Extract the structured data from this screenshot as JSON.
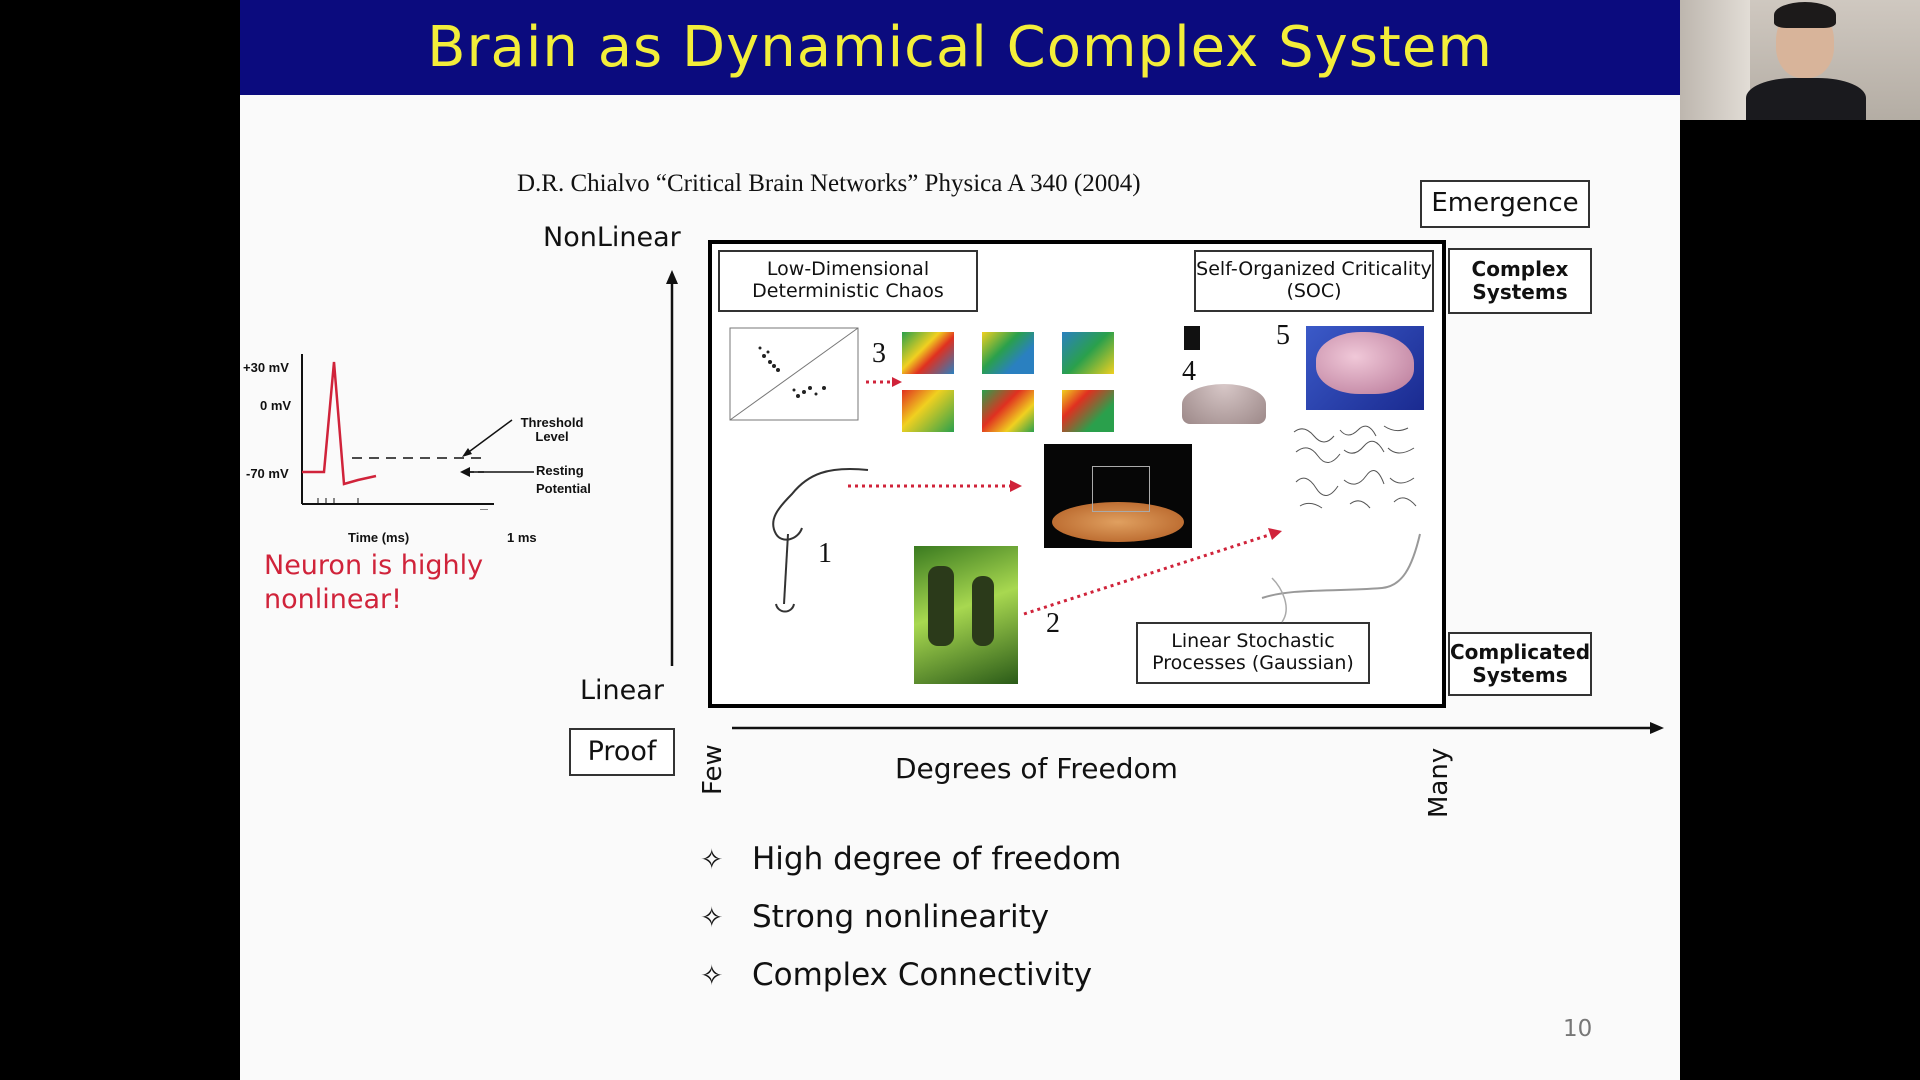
{
  "slide": {
    "title": "Brain as Dynamical Complex System",
    "citation": "D.R. Chialvo “Critical Brain Networks” Physica A 340 (2004)",
    "page_number": "10"
  },
  "diagram": {
    "y_axis_top": "NonLinear",
    "y_axis_bottom": "Linear",
    "x_axis_label": "Degrees of Freedom",
    "x_axis_left": "Few",
    "x_axis_right": "Many",
    "proof_label": "Proof",
    "emergence_label": "Emergence",
    "complex_systems": "Complex Systems",
    "complicated_systems": "Complicated Systems",
    "chaos_label": "Low-Dimensional Deterministic Chaos",
    "soc_label": "Self-Organized Criticality (SOC)",
    "linear_label": "Linear Stochastic Processes  (Gaussian)",
    "numbers": [
      "1",
      "2",
      "3",
      "4",
      "5"
    ]
  },
  "neuron_plot": {
    "y_ticks": [
      "+30 mV",
      "0 mV",
      "-70 mV"
    ],
    "threshold_label": "Threshold Level",
    "resting_label": "Resting Potential",
    "time_label": "Time (ms)",
    "scale_label": "1 ms",
    "note": "Neuron is highly nonlinear!",
    "trace_color": "#d0233a"
  },
  "bullets": [
    "High degree of freedom",
    "Strong nonlinearity",
    "Complex Connectivity"
  ],
  "bullet_icon": "four-point-star-icon",
  "colors": {
    "title_bg": "#0b0b7e",
    "title_text": "#f3ee3a",
    "accent_red": "#d0233a"
  }
}
